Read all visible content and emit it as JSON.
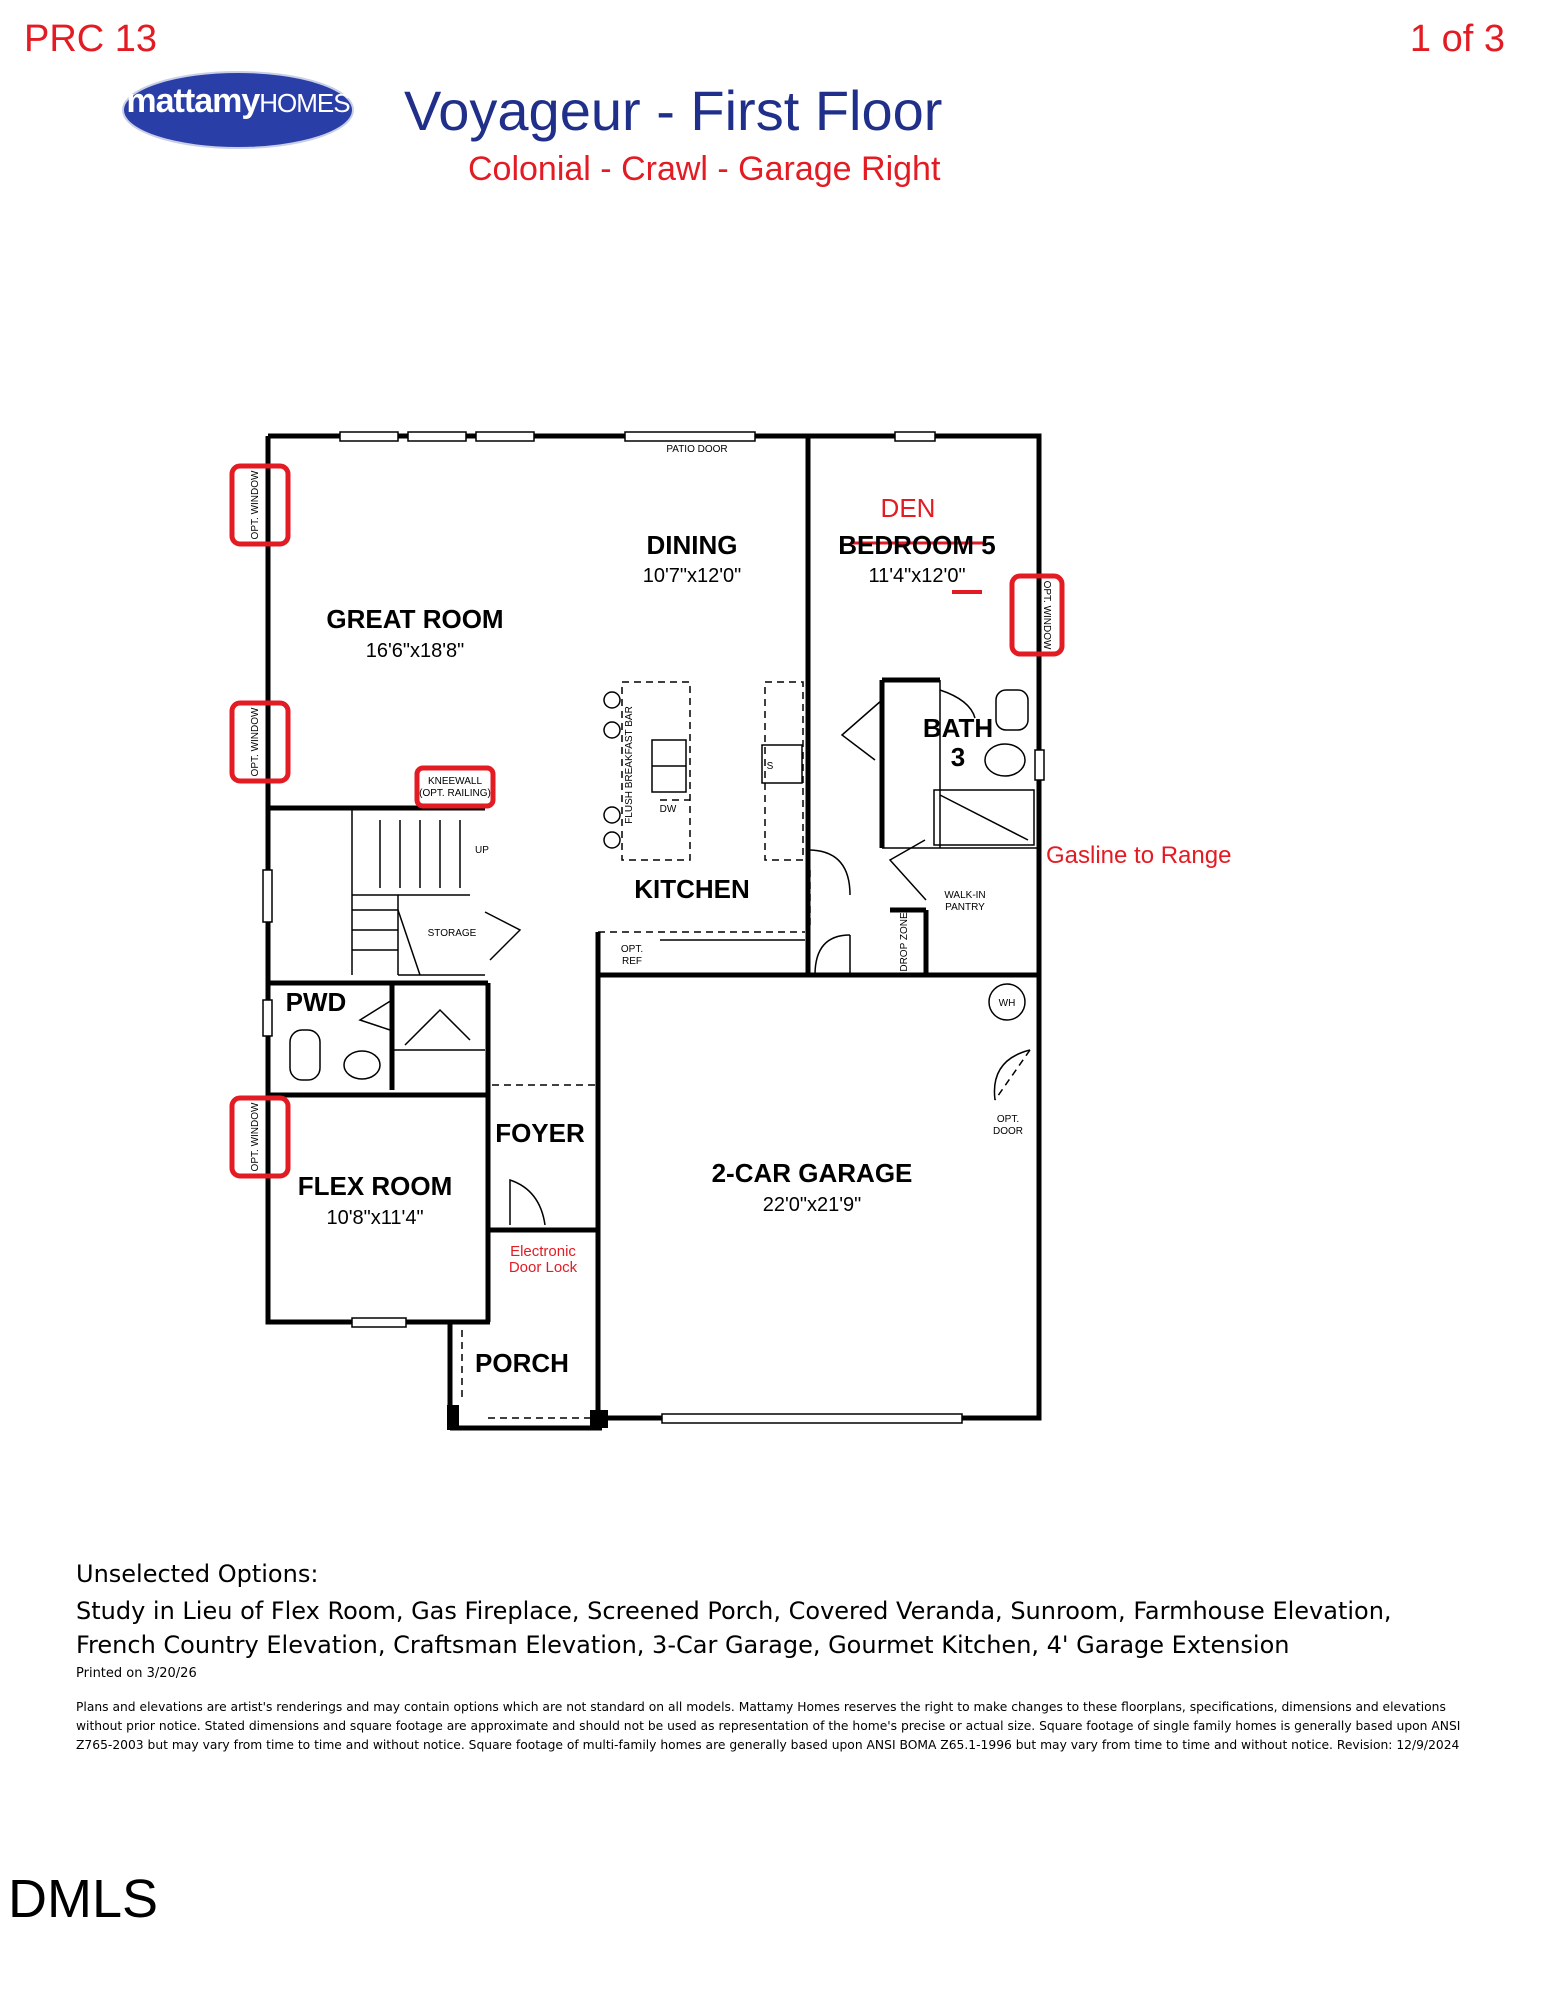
{
  "header": {
    "code": "PRC 13",
    "page": "1 of 3",
    "logo_main": "mattamy",
    "logo_sub": "HOMES",
    "title": "Voyageur - First Floor",
    "subtitle": "Colonial - Crawl - Garage Right"
  },
  "rooms": {
    "great_room": {
      "name": "GREAT ROOM",
      "dims": "16'6\"x18'8\""
    },
    "dining": {
      "name": "DINING",
      "dims": "10'7\"x12'0\""
    },
    "den_note": "DEN",
    "bedroom5": {
      "name": "BEDROOM 5",
      "dims": "11'4\"x12'0\""
    },
    "bath3": {
      "name": "BATH",
      "num": "3"
    },
    "kitchen": {
      "name": "KITCHEN"
    },
    "pwd": {
      "name": "PWD"
    },
    "foyer": {
      "name": "FOYER"
    },
    "flex_room": {
      "name": "FLEX ROOM",
      "dims": "10'8\"x11'4\""
    },
    "garage": {
      "name": "2-CAR GARAGE",
      "dims": "22'0\"x21'9\""
    },
    "porch": {
      "name": "PORCH"
    }
  },
  "small_labels": {
    "patio_door": "PATIO DOOR",
    "opt_window": "OPT. WINDOW",
    "kneewall_1": "KNEEWALL",
    "kneewall_2": "(OPT. RAILING)",
    "flush_bar": "FLUSH BREAKFAST BAR",
    "dw": "DW",
    "sink": "S",
    "up": "UP",
    "storage": "STORAGE",
    "walkin_1": "WALK-IN",
    "walkin_2": "PANTRY",
    "drop_zone": "DROP ZONE",
    "opt_ref_1": "OPT.",
    "opt_ref_2": "REF",
    "wh": "WH",
    "opt_door_1": "OPT.",
    "opt_door_2": "DOOR"
  },
  "annotations": {
    "gasline": "Gasline to Range",
    "lock_1": "Electronic",
    "lock_2": "Door Lock"
  },
  "notes": {
    "label": "Unselected Options:",
    "body": "Study in Lieu of Flex Room, Gas Fireplace, Screened Porch, Covered Veranda, Sunroom, Farmhouse Elevation, French Country Elevation, Craftsman Elevation, 3-Car Garage, Gourmet Kitchen, 4' Garage Extension",
    "printed": "Printed on 3/20/26",
    "disclaimer": "Plans and elevations are artist's renderings and may contain options which are not standard on all models. Mattamy Homes reserves the right to make changes to these floorplans, specifications, dimensions and elevations without prior notice. Stated dimensions and square footage are approximate and should not be used as representation of the home's precise or actual size. Square footage of single family homes is generally based upon ANSI Z765-2003 but may vary from time to time and without notice. Square footage of multi-family homes are generally based upon ANSI BOMA Z65.1-1996 but may vary from time to time and without notice. Revision: 12/9/2024"
  },
  "footer": "DMLS",
  "colors": {
    "annotation_red": "#e31b23",
    "title_blue": "#1f2f8a",
    "logo_blue": "#2a3ea8"
  }
}
